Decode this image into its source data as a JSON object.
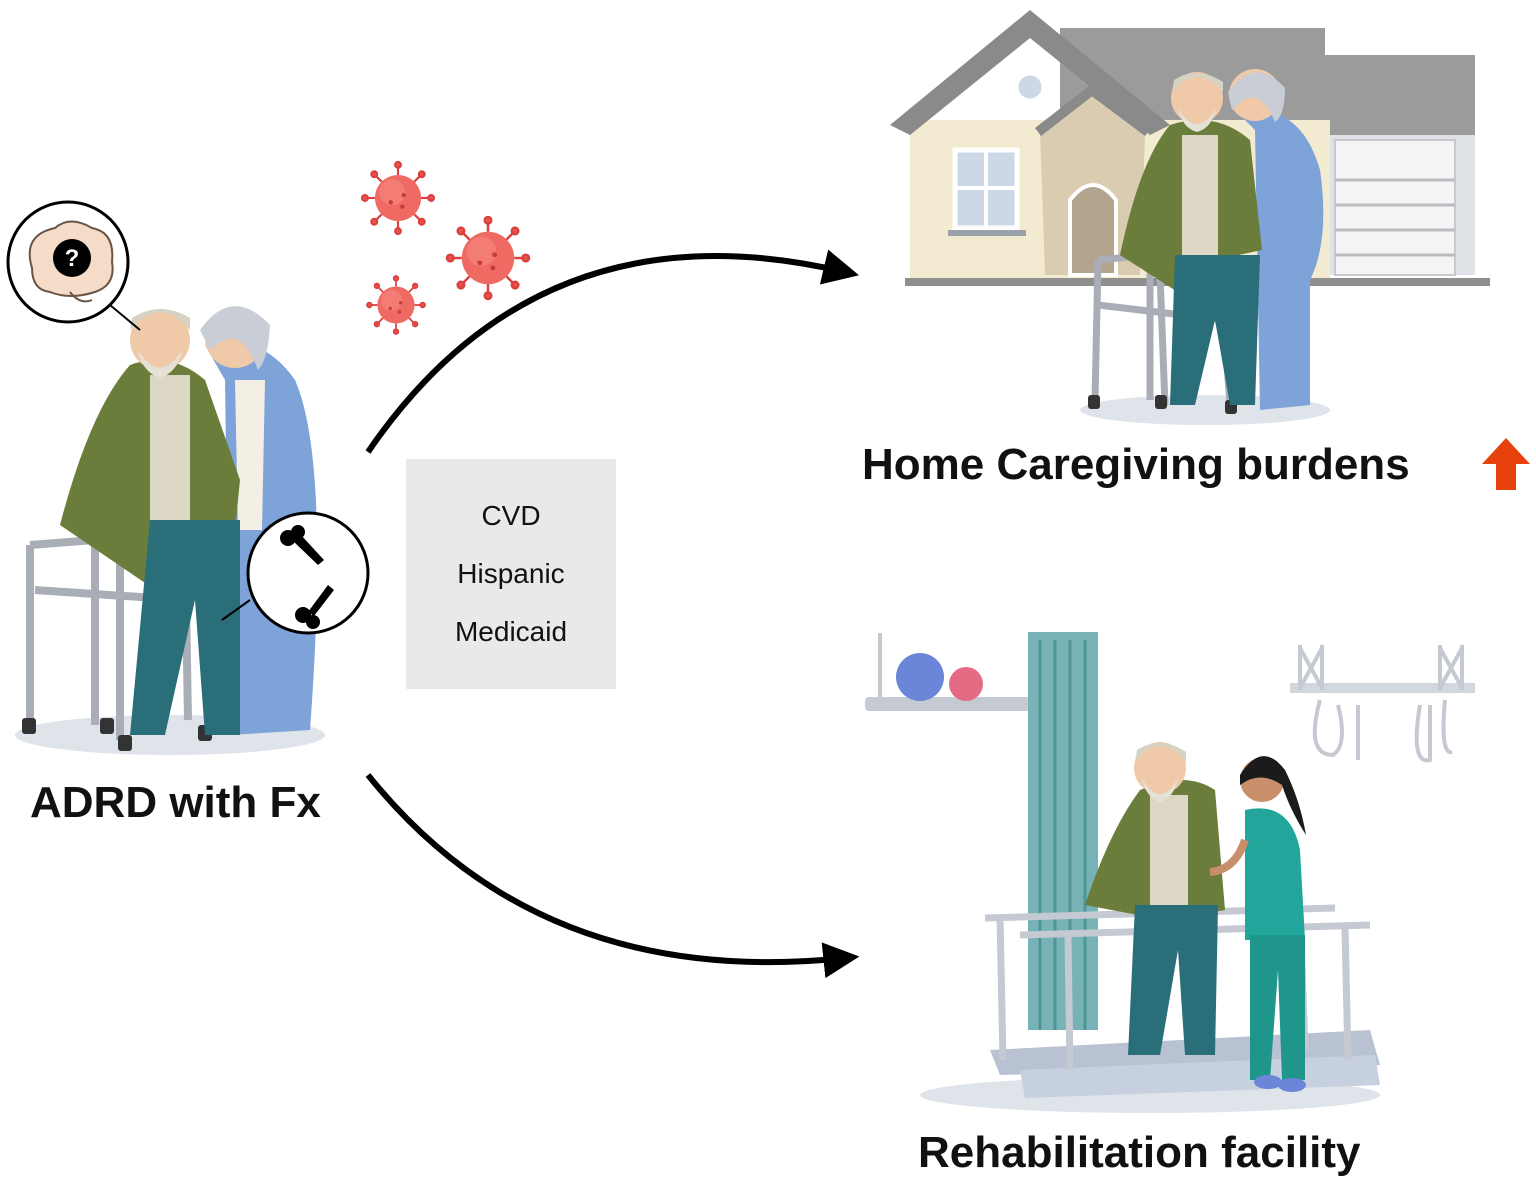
{
  "labels": {
    "patient": "ADRD with Fx",
    "home": "Home Caregiving burdens",
    "rehab": "Rehabilitation facility"
  },
  "factors": [
    "CVD",
    "Hispanic",
    "Medicaid"
  ],
  "icons": {
    "brain": "brain-question-icon",
    "bone": "broken-bone-icon",
    "virus": "virus-icon",
    "increase": "up-arrow-icon"
  },
  "colors": {
    "arrow": "#000000",
    "increase_arrow": "#e8420c",
    "virus": "#e8524f",
    "factor_box": "#e8e9ea",
    "cardigan": "#6b7d3a",
    "pants": "#2a6e7a",
    "caregiver_dress": "#7ea3d8",
    "scrubs": "#22a59a",
    "house_wall": "#f3ead2",
    "roof": "#8a8a8a"
  }
}
